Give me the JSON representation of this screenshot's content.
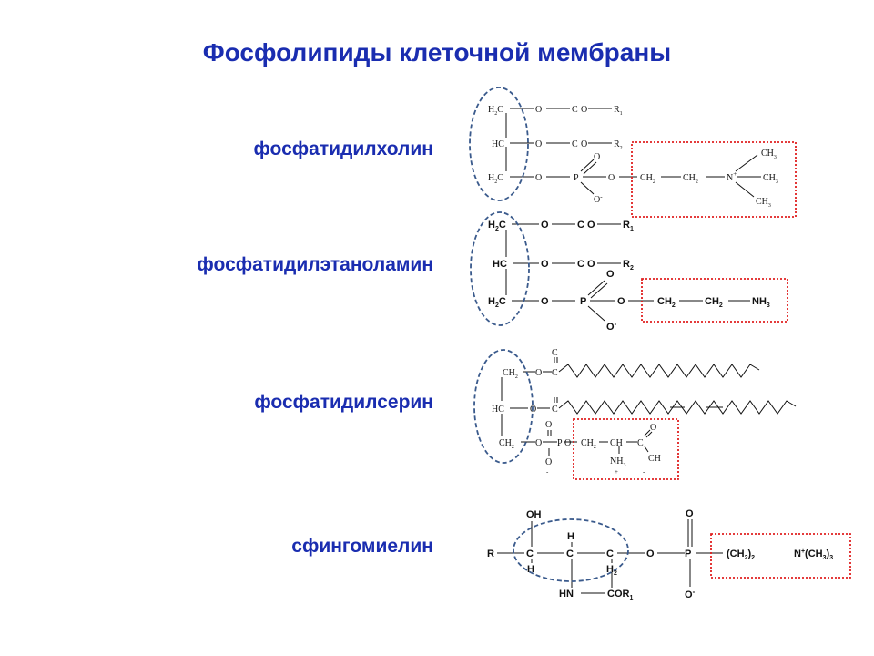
{
  "title": "Фосфолипиды клеточной мембраны",
  "compounds": [
    {
      "name": "фосфатидилхолин",
      "formula": {
        "r1": [
          "H",
          "2",
          "C",
          "O",
          "C",
          "O",
          "R",
          "1"
        ],
        "r2": [
          "HC",
          "O",
          "C",
          "O",
          "R",
          "2"
        ],
        "r3": [
          "H",
          "2",
          "C",
          "O",
          "P",
          "O",
          "O",
          "-",
          "O",
          "CH",
          "2",
          "CH",
          "2",
          "N",
          "+",
          "CH",
          "3",
          "CH",
          "3",
          "CH",
          "3"
        ]
      }
    },
    {
      "name": "фосфатидилэтаноламин",
      "formula": {
        "r1": [
          "H",
          "2",
          "C",
          "O",
          "C",
          "O",
          "R",
          "1"
        ],
        "r2": [
          "HC",
          "O",
          "C",
          "O",
          "R",
          "2"
        ],
        "r3": [
          "H",
          "2",
          "C",
          "O",
          "P",
          "O",
          "O",
          "-",
          "O",
          "CH",
          "2",
          "CH",
          "2",
          "NH",
          "3"
        ]
      }
    },
    {
      "name": "фосфатидилсерин",
      "formula": {
        "r1": [
          "CH",
          "2",
          "O",
          "C",
          "C"
        ],
        "r2": [
          "HC",
          "O",
          "C"
        ],
        "r3": [
          "CH",
          "2",
          "O",
          "P",
          "O",
          "O",
          "-",
          "O",
          "CH",
          "2",
          "CH",
          "C",
          "O",
          "CH",
          "NH",
          "3",
          "+",
          "-"
        ]
      }
    },
    {
      "name": "сфингомиелин",
      "formula": {
        "main": [
          "R",
          "C",
          "C",
          "C",
          "O",
          "P",
          "(CH",
          "2",
          ")",
          "2",
          "N",
          "+",
          "(CH",
          "3",
          ")",
          "3"
        ],
        "top": [
          "OH",
          "H",
          "O"
        ],
        "bottom": [
          "H",
          "H",
          "2",
          "HN",
          "COR",
          "1",
          "O",
          "-"
        ]
      }
    }
  ],
  "colors": {
    "title": "#1a2db0",
    "ellipse": "#3a5a8c",
    "box": "#e02020"
  }
}
